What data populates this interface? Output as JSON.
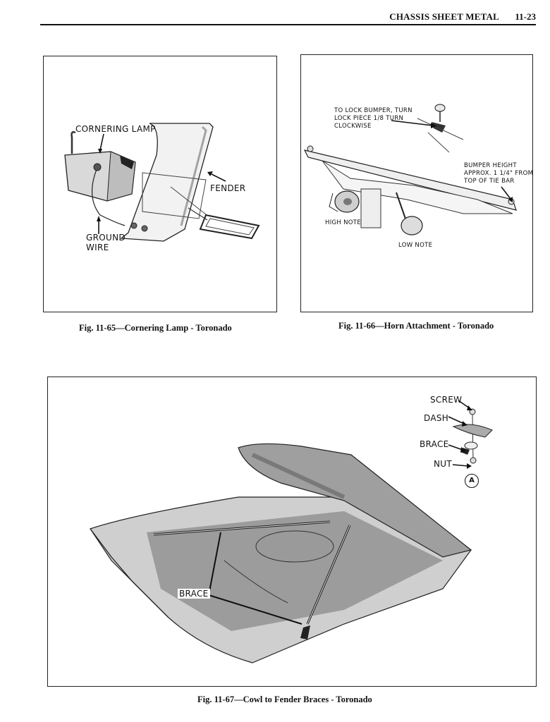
{
  "header": {
    "section_title": "CHASSIS SHEET METAL",
    "page_number": "11-23"
  },
  "figures": [
    {
      "id": "fig-11-65",
      "caption": "Fig. 11-65—Cornering Lamp - Toronado",
      "labels": {
        "cornering_lamp": "CORNERING LAMP",
        "fender": "FENDER",
        "ground_wire_line1": "GROUND",
        "ground_wire_line2": "WIRE"
      }
    },
    {
      "id": "fig-11-66",
      "caption": "Fig. 11-66—Horn Attachment - Toronado",
      "labels": {
        "lock_line1": "TO LOCK BUMPER, TURN",
        "lock_line2": "LOCK PIECE 1/8 TURN",
        "lock_line3": "CLOCKWISE",
        "height_line1": "BUMPER HEIGHT",
        "height_line2": "APPROX. 1 1/4\" FROM",
        "height_line3": "TOP OF TIE BAR",
        "high_note": "HIGH NOTE",
        "low_note": "LOW NOTE"
      }
    },
    {
      "id": "fig-11-67",
      "caption": "Fig. 11-67—Cowl to Fender Braces - Toronado",
      "labels": {
        "screw": "SCREW",
        "dash": "DASH",
        "brace_detail": "BRACE",
        "nut": "NUT",
        "detail_marker": "A",
        "brace_main": "BRACE"
      }
    }
  ]
}
